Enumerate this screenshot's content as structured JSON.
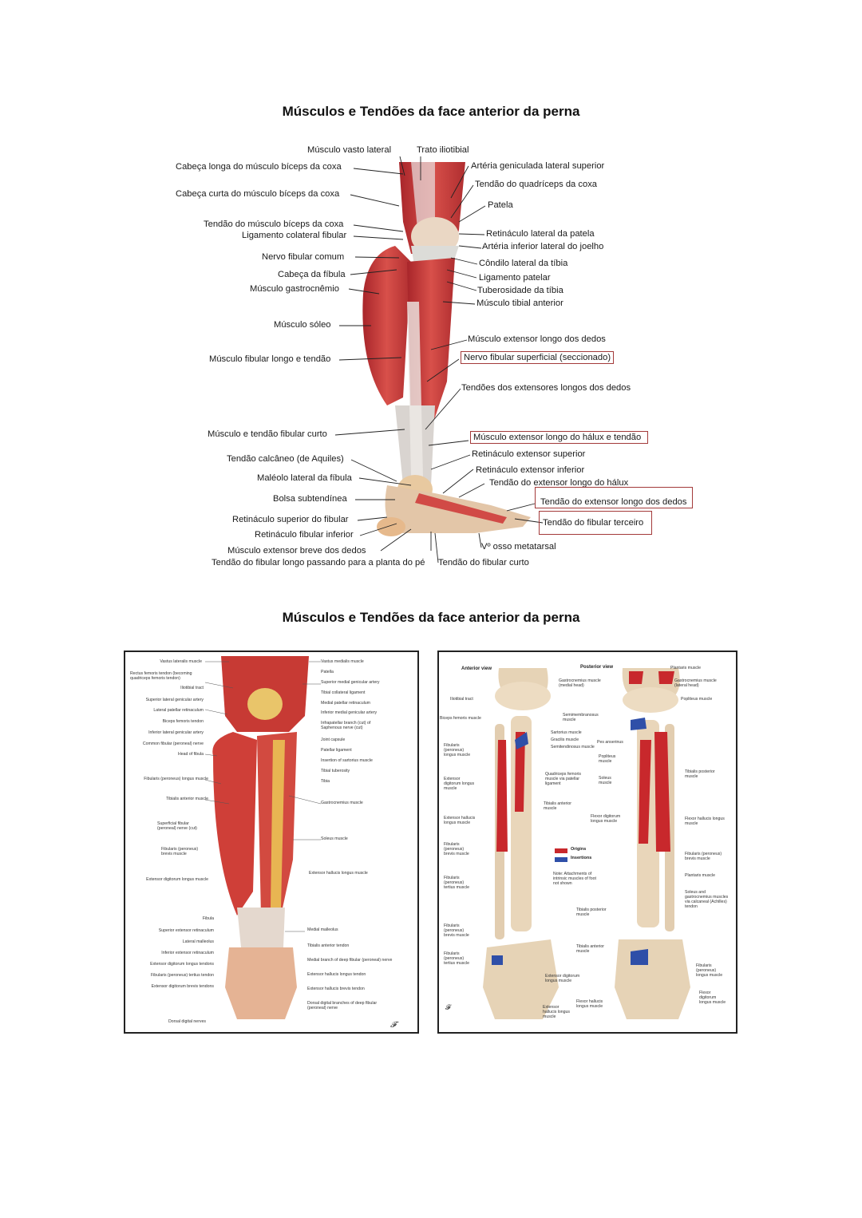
{
  "titles": {
    "top": "Músculos e Tendões da face anterior da perna",
    "bottom": "Músculos e Tendões da face anterior da perna"
  },
  "figure1": {
    "left_labels": [
      "Músculo vasto lateral",
      "Cabeça longa do músculo bíceps da coxa",
      "Cabeça curta do músculo bíceps da coxa",
      "Tendão do músculo bíceps da coxa",
      "Ligamento colateral fibular",
      "Nervo fibular comum",
      "Cabeça da fíbula",
      "Músculo gastrocnêmio",
      "Músculo sóleo",
      "Músculo fibular longo e tendão",
      "Músculo e tendão fibular curto",
      "Tendão calcâneo (de Aquiles)",
      "Maléolo lateral da fíbula",
      "Bolsa subtendínea",
      "Retináculo superior do fibular",
      "Retináculo fibular inferior",
      "Músculo extensor breve dos dedos",
      "Tendão do fibular longo passando para a planta do pé"
    ],
    "right_labels": [
      "Trato iliotibial",
      "Artéria geniculada lateral superior",
      "Tendão do quadríceps da coxa",
      "Patela",
      "Retináculo lateral da patela",
      "Artéria inferior lateral do joelho",
      "Côndilo lateral da tíbia",
      "Ligamento patelar",
      "Tuberosidade da tíbia",
      "Músculo tibial anterior",
      "Músculo extensor longo dos dedos",
      "Nervo fibular superficial (seccionado)",
      "Tendões dos extensores longos dos dedos",
      "Músculo extensor longo do hálux e tendão",
      "Retináculo extensor superior",
      "Retináculo extensor inferior",
      "Tendão do extensor longo do hálux",
      "Tendão do extensor longo dos dedos",
      "Tendão do fibular terceiro",
      "Vº osso metatarsal",
      "Tendão do fibular curto"
    ]
  },
  "figure2": {
    "left_labels": [
      "Vastus lateralis muscle",
      "Rectus femoris tendon (becoming quadriceps femoris tendon)",
      "Iliotibial tract",
      "Superior lateral genicular artery",
      "Lateral patellar retinaculum",
      "Biceps femoris tendon",
      "Inferior lateral genicular artery",
      "Common fibular (peroneal) nerve",
      "Head of fibula",
      "Fibularis (peroneus) longus muscle",
      "Tibialis anterior muscle",
      "Superficial fibular (peroneal) nerve (cut)",
      "Fibularis (peroneus) brevis muscle",
      "Extensor digitorum longus muscle",
      "Fibula",
      "Superior extensor retinaculum",
      "Lateral malleolus",
      "Inferior extensor retinaculum",
      "Extensor digitorum longus tendons",
      "Fibularis (peroneus) tertius tendon",
      "Extensor digitorum brevis tendons",
      "Dorsal digital nerves"
    ],
    "right_labels": [
      "Vastus medialis muscle",
      "Patella",
      "Superior medial genicular artery",
      "Tibial collateral ligament",
      "Medial patellar retinaculum",
      "Inferior medial genicular artery",
      "Infrapatellar branch (cut) of Saphenous nerve (cut)",
      "Joint capsule",
      "Patellar ligament",
      "Insertion of sartorius muscle",
      "Tibial tuberosity",
      "Tibia",
      "Gastrocnemius muscle",
      "Soleus muscle",
      "Extensor hallucis longus muscle",
      "Medial malleolus",
      "Tibialis anterior tendon",
      "Medial branch of deep fibular (peroneal) nerve",
      "Extensor hallucis longus tendon",
      "Extensor hallucis brevis tendon",
      "Dorsal digital branches of deep fibular (peroneal) nerve"
    ]
  },
  "figure3": {
    "views": [
      "Anterior view",
      "Posterior view"
    ],
    "legend": [
      "Origins",
      "Insertions"
    ],
    "colors": {
      "origins": "#c8282c",
      "insertions": "#2f4fa8"
    },
    "note": "Note: Attachments of intrinsic muscles of foot not shown",
    "anterior_left": [
      "Iliotibial tract",
      "Biceps femoris muscle",
      "Fibularis (peroneus) longus muscle",
      "Extensor digitorum longus muscle",
      "Extensor hallucis longus muscle",
      "Fibularis (peroneus) brevis muscle",
      "Fibularis (peroneus) tertius muscle",
      "Fibularis (peroneus) brevis muscle",
      "Fibularis (peroneus) tertius muscle"
    ],
    "anterior_right": [
      "Sartorius muscle",
      "Gracilis muscle",
      "Semitendinosus muscle",
      "Pes anserinus",
      "Quadriceps femoris muscle via patellar ligament",
      "Tibialis anterior muscle",
      "Extensor digitorum longus muscle",
      "Extensor hallucis longus muscle"
    ],
    "posterior_labels": [
      "Gastrocnemius muscle (medial head)",
      "Semimembranosus muscle",
      "Popliteus muscle",
      "Soleus muscle",
      "Flexor digitorum longus muscle",
      "Tibialis posterior muscle",
      "Tibialis anterior muscle",
      "Flexor hallucis longus muscle",
      "Plantaris muscle",
      "Gastrocnemius muscle (lateral head)",
      "Popliteus muscle",
      "Tibialis posterior muscle",
      "Flexor hallucis longus muscle",
      "Fibularis (peroneus) brevis muscle",
      "Plantaris muscle",
      "Soleus and gastrocnemius muscles via calcaneal (Achilles) tendon",
      "Fibularis (peroneus) longus muscle",
      "Flexor digitorum longus muscle"
    ]
  }
}
